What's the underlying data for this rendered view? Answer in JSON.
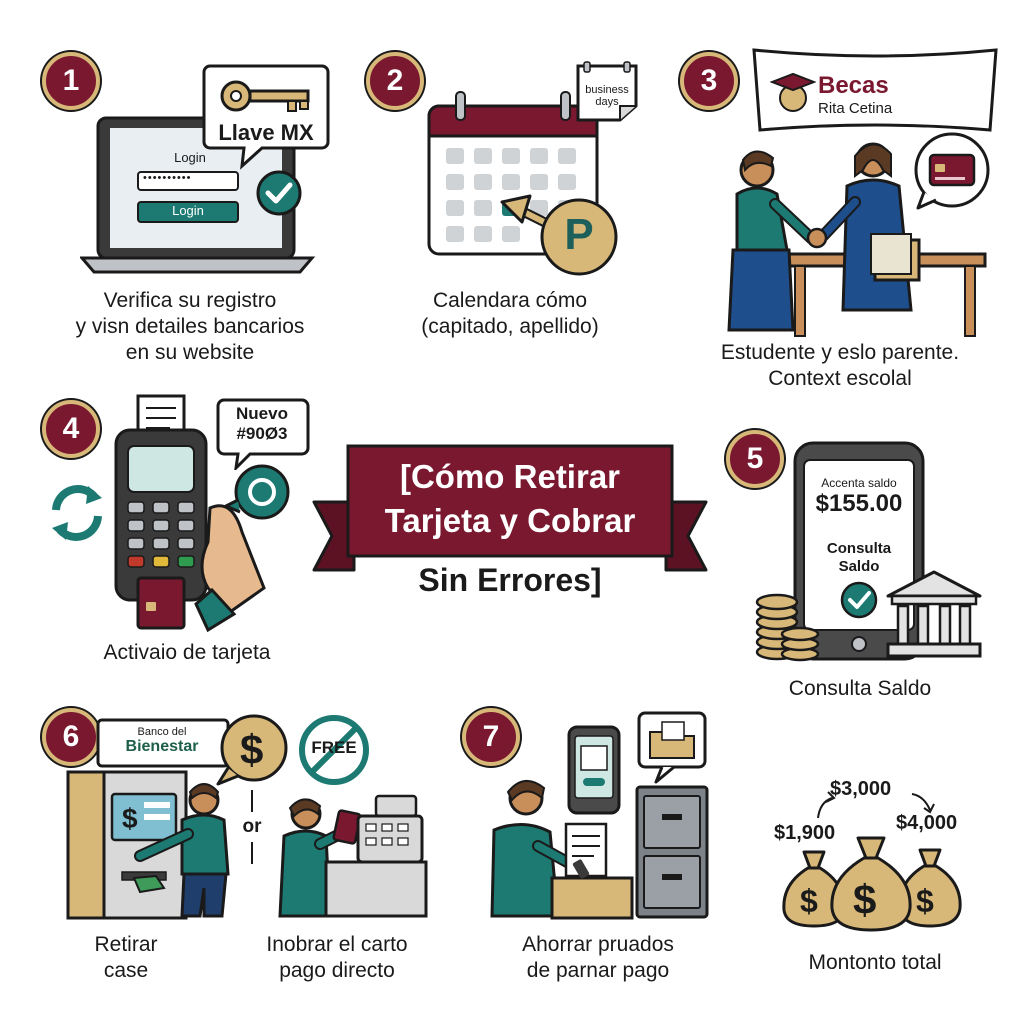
{
  "steps": {
    "s1": {
      "number": "1",
      "bubble": "Llave MX",
      "login_label": "Login",
      "password": "••••••••••",
      "login_button": "Login",
      "caption": [
        "Verifica su registro",
        "y visn detailes bancarios",
        "en su website"
      ]
    },
    "s2": {
      "number": "2",
      "note": [
        "business",
        "days"
      ],
      "token": "P",
      "caption": [
        "Calendara cómo",
        "(capitado, apellido)"
      ]
    },
    "s3": {
      "number": "3",
      "banner_title": "Becas",
      "banner_subtitle": "Rita Cetina",
      "caption": [
        "Estudente y eslo parente.",
        "Context escolal"
      ]
    },
    "s4": {
      "number": "4",
      "bubble": [
        "Nuevo",
        "#90Ø3"
      ],
      "caption": [
        "Activaio de tarjeta"
      ]
    },
    "s5": {
      "number": "5",
      "screen_label": "Accenta saldo",
      "amount": "$155.00",
      "screen_action": [
        "Consulta",
        "Saldo"
      ],
      "caption": [
        "Consulta Saldo"
      ]
    },
    "s6": {
      "number": "6",
      "bank_sign": [
        "Banco del",
        "Bienestar"
      ],
      "free_label": "FREE",
      "or_label": "or",
      "caption_left": [
        "Retirar",
        "case"
      ],
      "caption_right": [
        "Inobrar el carto",
        "pago directo"
      ]
    },
    "s7": {
      "number": "7",
      "caption": [
        "Ahorrar pruados",
        "de parnar pago"
      ]
    },
    "totals": {
      "amounts": [
        "$1,900",
        "$3,000",
        "$4,000"
      ],
      "caption": [
        "Montonto total"
      ]
    }
  },
  "title": {
    "line1": "[Cómo Retirar",
    "line2": "Tarjeta y Cobrar",
    "line3": "Sin Errores]"
  },
  "colors": {
    "maroon": "#7a1830",
    "teal": "#1d7a72",
    "gold": "#d8b878",
    "ink": "#1a1a1a",
    "gray": "#d9d9d9"
  },
  "icons": [
    "key-icon",
    "check-icon",
    "laptop-icon",
    "calendar-icon",
    "arrow-icon",
    "parking-token-icon",
    "graduation-cap-icon",
    "handshake-icon",
    "credit-card-icon",
    "card-terminal-icon",
    "sync-icon",
    "receipt-icon",
    "smartphone-icon",
    "coin-stack-icon",
    "bank-icon",
    "atm-icon",
    "dollar-icon",
    "no-fee-icon",
    "cash-register-icon",
    "folder-icon",
    "filing-cabinet-icon",
    "money-bag-icon"
  ]
}
